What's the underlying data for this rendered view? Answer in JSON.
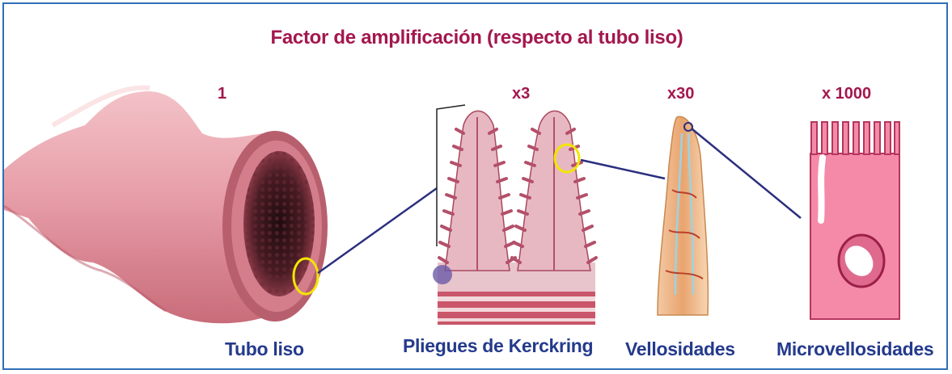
{
  "title": "Factor de amplificación (respecto al tubo liso)",
  "stages": [
    {
      "factor": "1",
      "label": "Tubo liso"
    },
    {
      "factor": "x3",
      "label": "Pliegues de Kerckring"
    },
    {
      "factor": "x30",
      "label": "Vellosidades"
    },
    {
      "factor": "x 1000",
      "label": "Microvellosidades"
    }
  ],
  "colors": {
    "title": "#a3174e",
    "labels": "#243a8c",
    "frame": "#2f6fb8",
    "highlight": "#f2e600",
    "connector": "#2b2f7e",
    "tube": "#e59aa4",
    "cell": "#f48aa8"
  }
}
